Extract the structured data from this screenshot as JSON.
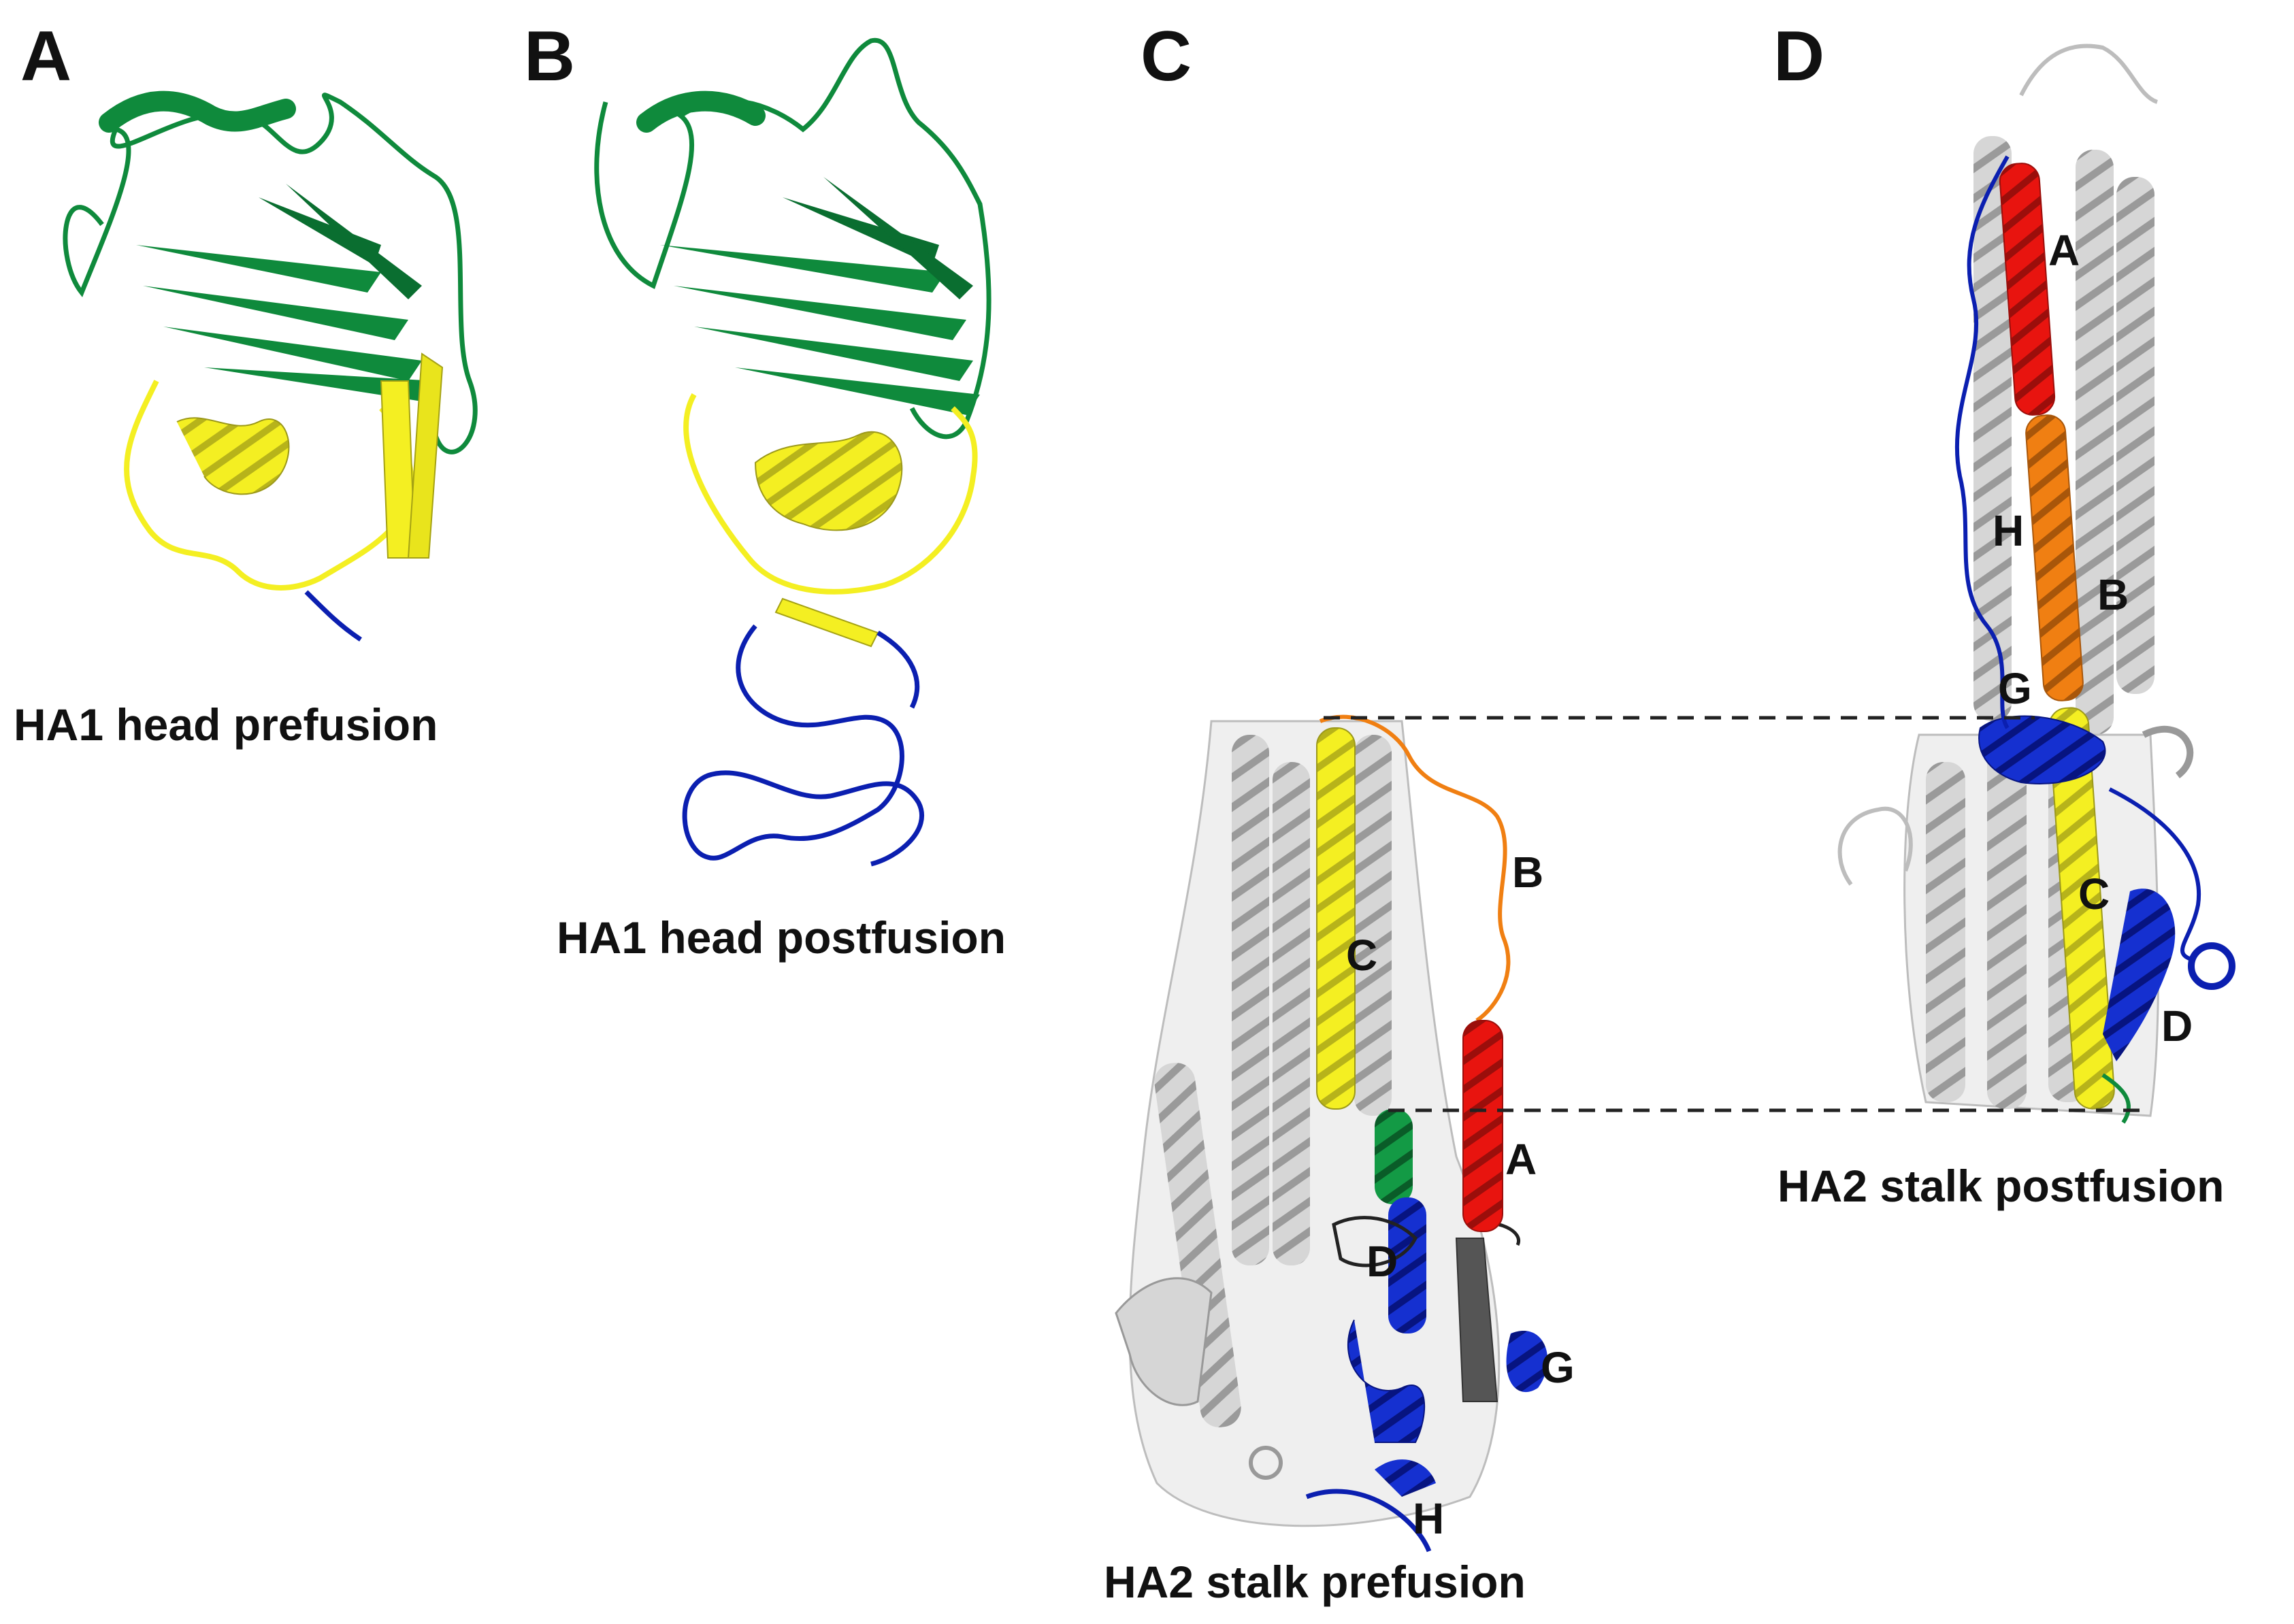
{
  "panels": {
    "A": {
      "letter": "A",
      "caption": "HA1 head prefusion"
    },
    "B": {
      "letter": "B",
      "caption": "HA1 head postfusion"
    },
    "C": {
      "letter": "C",
      "caption": "HA2 stalk prefusion",
      "helix_labels": {
        "A": "A",
        "B": "B",
        "C": "C",
        "D": "D",
        "G": "G",
        "H": "H"
      }
    },
    "D": {
      "letter": "D",
      "caption": "HA2 stalk postfusion",
      "helix_labels": {
        "A": "A",
        "B": "B",
        "C": "C",
        "D": "D",
        "G": "G",
        "H": "H"
      }
    }
  },
  "colors": {
    "green": "#0f8a3c",
    "yellow": "#f4ef22",
    "blue": "#0b1fb0",
    "red": "#e8140f",
    "orange": "#f07f12",
    "gray": "#c9c9c9",
    "dark_gray": "#555555",
    "dashed": "#222222"
  }
}
